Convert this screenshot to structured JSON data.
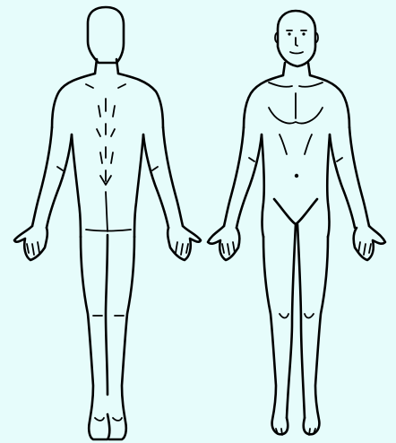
{
  "diagram": {
    "type": "body-map",
    "views": [
      {
        "view": "posterior",
        "icon": "body-back-icon"
      },
      {
        "view": "anterior",
        "icon": "body-front-icon"
      }
    ],
    "colors": {
      "background": "#e6fcfb",
      "outline": "#000000"
    }
  }
}
